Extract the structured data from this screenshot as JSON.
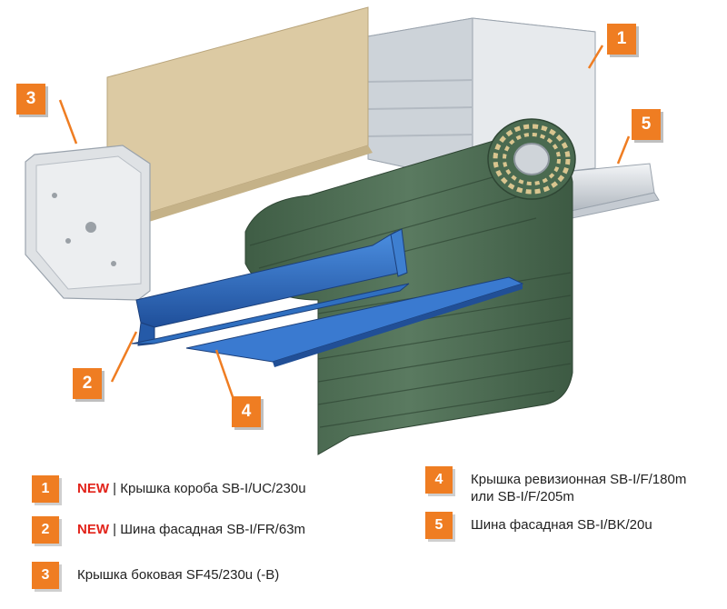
{
  "callouts": [
    "1",
    "2",
    "3",
    "4",
    "5"
  ],
  "legend": [
    {
      "number": "1",
      "tag": "NEW",
      "separator": " | ",
      "text": "Крышка короба SB-I/UC/230u"
    },
    {
      "number": "2",
      "tag": "NEW",
      "separator": " | ",
      "text": "Шина фасадная SB-I/FR/63m"
    },
    {
      "number": "3",
      "tag": "",
      "separator": "",
      "text": "Крышка боковая SF45/230u (-B)"
    },
    {
      "number": "4",
      "tag": "",
      "separator": "",
      "text": "Крышка ревизионная SB-I/F/180m",
      "text2": "или SB-I/F/205m"
    },
    {
      "number": "5",
      "tag": "",
      "separator": "",
      "text": "Шина фасадная SB-I/BK/20u"
    }
  ],
  "colors": {
    "badge": "#ef7d22",
    "new_tag": "#e2231a",
    "front_cover": "#dccaa3",
    "box": "#d9dde2",
    "curtain": "#4f6e55",
    "blue_rail": "#2f6fc0"
  }
}
